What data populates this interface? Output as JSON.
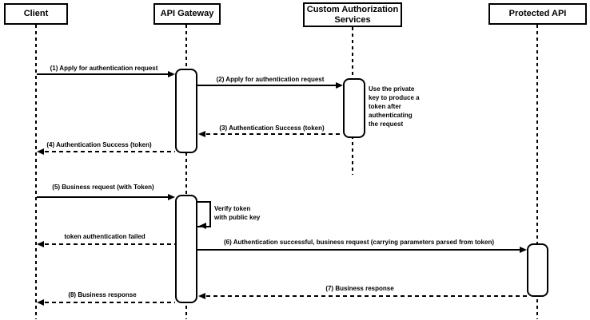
{
  "diagram": {
    "type": "sequence",
    "colors": {
      "line": "#000000",
      "fill": "#ffffff"
    },
    "actors": [
      {
        "id": "client",
        "label": "Client"
      },
      {
        "id": "api-gateway",
        "label": "API Gateway"
      },
      {
        "id": "custom-auth",
        "label": "Custom Authorization\nServices"
      },
      {
        "id": "protected-api",
        "label": "Protected API"
      }
    ],
    "messages": [
      {
        "label": "(1) Apply for authentication request",
        "from": "Client",
        "to": "API Gateway",
        "style": "solid"
      },
      {
        "label": "(2) Apply for authentication request",
        "from": "API Gateway",
        "to": "Custom Authorization Services",
        "style": "solid"
      },
      {
        "label": "(3) Authentication Success (token)",
        "from": "Custom Authorization Services",
        "to": "API Gateway",
        "style": "dashed"
      },
      {
        "label": "(4) Authentication Success (token)",
        "from": "API Gateway",
        "to": "Client",
        "style": "dashed"
      },
      {
        "label": "(5) Business request (with Token)",
        "from": "Client",
        "to": "API Gateway",
        "style": "solid"
      },
      {
        "label": "token authentication failed",
        "from": "API Gateway",
        "to": "Client",
        "style": "dashed"
      },
      {
        "label": "(6) Authentication successful, business request (carrying parameters parsed from token)",
        "from": "API Gateway",
        "to": "Protected API",
        "style": "solid"
      },
      {
        "label": "(7) Business response",
        "from": "Protected API",
        "to": "API Gateway",
        "style": "dashed"
      },
      {
        "label": "(8) Business response",
        "from": "API Gateway",
        "to": "Client",
        "style": "dashed"
      }
    ],
    "notes": [
      {
        "id": "private-key",
        "label": "Use the private\nkey to produce a\ntoken after\nauthenticating\nthe request"
      },
      {
        "id": "verify-token",
        "label": "Verify token\nwith public key"
      }
    ]
  }
}
